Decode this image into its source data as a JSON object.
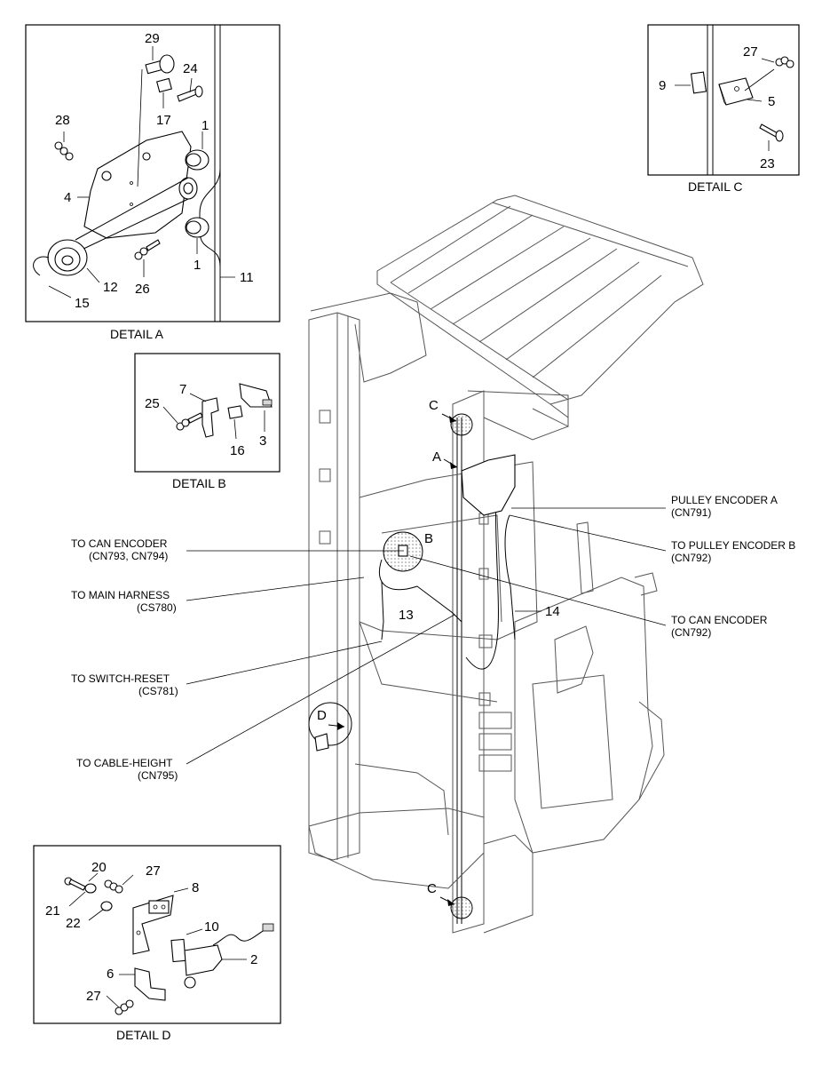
{
  "details": {
    "a": {
      "caption": "DETAIL A",
      "labels": {
        "p29": "29",
        "p24": "24",
        "p17": "17",
        "p28": "28",
        "p1a": "1",
        "p4": "4",
        "p1b": "1",
        "p26": "26",
        "p12": "12",
        "p15": "15",
        "p11": "11"
      }
    },
    "b": {
      "caption": "DETAIL B",
      "labels": {
        "p7": "7",
        "p25": "25",
        "p16": "16",
        "p3": "3"
      }
    },
    "c": {
      "caption": "DETAIL C",
      "labels": {
        "p27": "27",
        "p9": "9",
        "p5": "5",
        "p23": "23"
      }
    },
    "d": {
      "caption": "DETAIL D",
      "labels": {
        "p20": "20",
        "p27a": "27",
        "p8": "8",
        "p21": "21",
        "p22": "22",
        "p10": "10",
        "p2": "2",
        "p6": "6",
        "p27b": "27"
      }
    }
  },
  "main": {
    "markers": {
      "c_top": "C",
      "a": "A",
      "b": "B",
      "d": "D",
      "c_bottom": "C"
    },
    "parts": {
      "p13": "13",
      "p14": "14"
    }
  },
  "callouts": {
    "left": [
      {
        "line1": "TO CAN ENCODER",
        "line2": "(CN793, CN794)"
      },
      {
        "line1": "TO MAIN HARNESS",
        "line2": "(CS780)"
      },
      {
        "line1": "TO SWITCH-RESET",
        "line2": "(CS781)"
      },
      {
        "line1": "TO CABLE-HEIGHT",
        "line2": "(CN795)"
      }
    ],
    "right": [
      {
        "line1": "PULLEY ENCODER A",
        "line2": "(CN791)"
      },
      {
        "line1": "TO PULLEY ENCODER B",
        "line2": "(CN792)"
      },
      {
        "line1": "TO CAN ENCODER",
        "line2": "(CN792)"
      }
    ]
  }
}
